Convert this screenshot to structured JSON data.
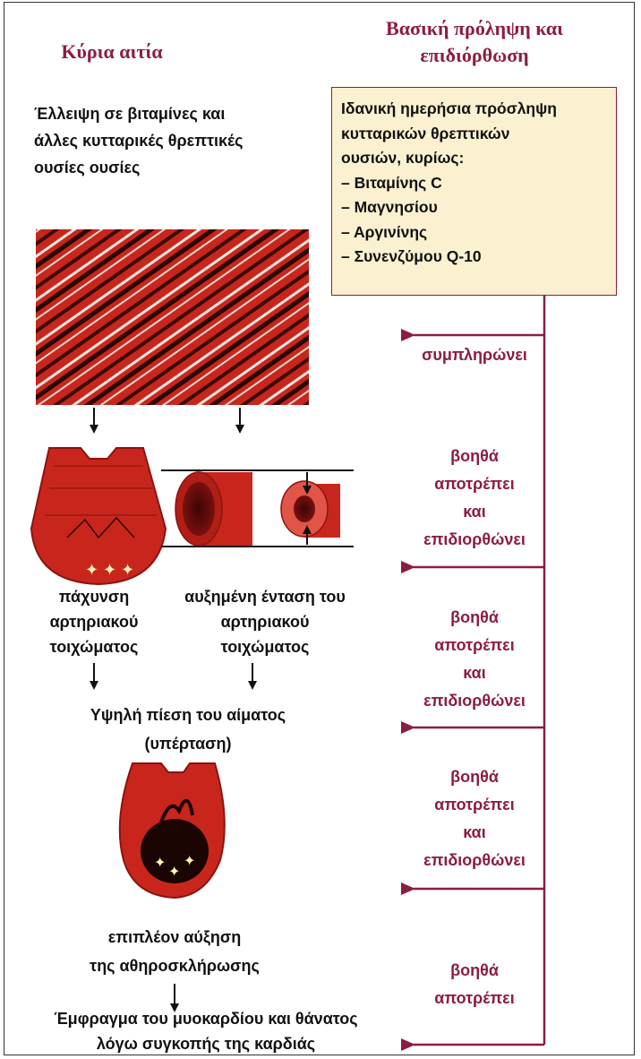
{
  "headers": {
    "left": "Κύρια αιτία",
    "right_line1": "Βασική πρόληψη και",
    "right_line2": "επιδιόρθωση"
  },
  "cause_text": [
    "Έλλειψη σε βιταμίνες και",
    "άλλες κυτταρικές θρεπτικές",
    "ουσίες ουσίες"
  ],
  "nutrient_box": {
    "lines": [
      "Ιδανική ημερήσια πρόσληψη",
      "κυτταρικών θρεπτικών",
      "ουσιών, κυρίως:"
    ],
    "items": [
      "– Βιταμίνης C",
      "– Μαγνησίου",
      "– Αργινίνης",
      "– Συνενζύμου Q-10"
    ]
  },
  "effects": {
    "thickening": [
      "πάχυνση",
      "αρτηριακού",
      "τοιχώματος"
    ],
    "tension": [
      "αυξημένη ένταση του",
      "αρτηριακού",
      "τοιχώματος"
    ],
    "hypertension": [
      "Υψηλή πίεση του αίματος",
      "(υπέρταση)"
    ],
    "atherosclerosis": [
      "επιπλέον αύξηση",
      "της αθηροσκλήρωσης"
    ],
    "infarction": [
      "Έμφραγμα του μυοκαρδίου και θάνατος",
      "λόγω συγκοπής της καρδιάς"
    ]
  },
  "actions": [
    {
      "lines": [
        "συμπληρώνει"
      ]
    },
    {
      "lines": [
        "βοηθά",
        "αποτρέπει",
        "και",
        "επιδιορθώνει"
      ]
    },
    {
      "lines": [
        "βοηθά",
        "αποτρέπει",
        "και",
        "επιδιορθώνει"
      ]
    },
    {
      "lines": [
        "βοηθά",
        "αποτρέπει",
        "και",
        "επιδιορθώνει"
      ]
    },
    {
      "lines": [
        "βοηθά",
        "αποτρέπει"
      ]
    }
  ],
  "colors": {
    "accent": "#8c1d3f",
    "box_fill": "#fbf0cf",
    "tissue": "#c8261c"
  }
}
